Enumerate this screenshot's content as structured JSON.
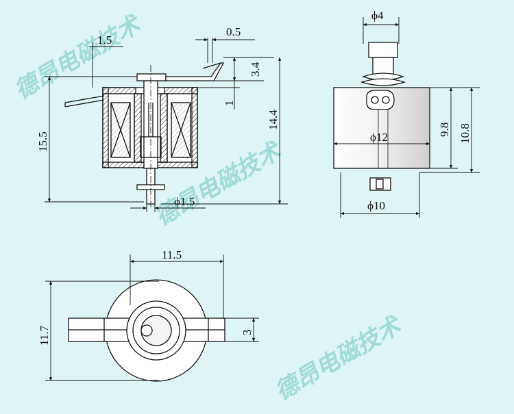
{
  "watermark": "德昂电磁技术",
  "colors": {
    "background": "#dff4f4",
    "line": "#111111",
    "watermark": "#9fdcd8"
  },
  "side_view": {
    "dims": {
      "tab_offset": "1.5",
      "tab_thickness": "0.5",
      "tab_height": "3.4",
      "tab_drop": "1",
      "overall_height": "15.5",
      "body_height": "14.4",
      "plunger_dia": "ϕ1.5"
    }
  },
  "front_view": {
    "dims": {
      "top_dia": "ϕ4",
      "body_dia": "ϕ12",
      "bottom_dia": "ϕ10",
      "body_height": "9.8",
      "overall_height": "10.8"
    }
  },
  "bottom_view": {
    "dims": {
      "width": "11.5",
      "height": "11.7",
      "lead_spacing": "3"
    }
  }
}
